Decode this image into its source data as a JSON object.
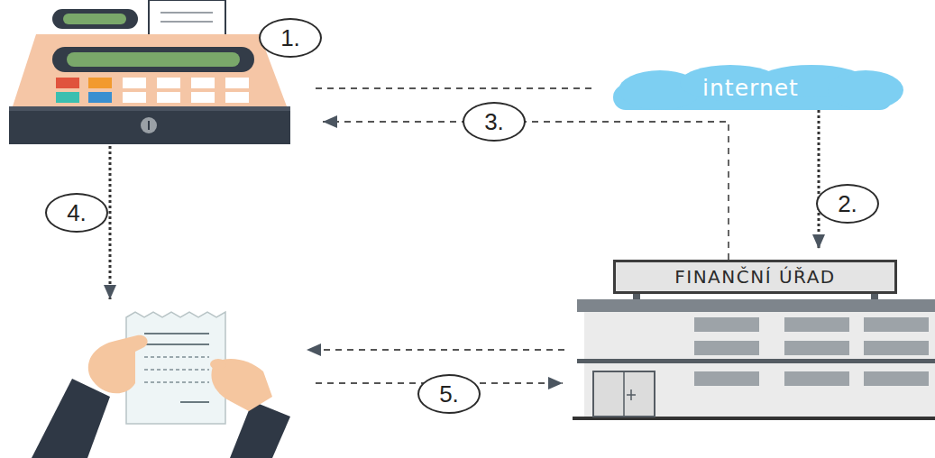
{
  "diagram": {
    "nodes": [
      {
        "text": [
          "1."
        ]
      },
      {
        "text": [
          "internet"
        ]
      },
      {
        "text": [
          "FINANČNÍ ÚŘAD"
        ]
      }
    ],
    "edges": [
      {
        "from": 0,
        "to": 1,
        "arrow": "none"
      },
      {
        "from": 1,
        "to": 2,
        "label": "2.",
        "arrow": "to"
      },
      {
        "from": 2,
        "to": 0,
        "label": "3.",
        "arrow": "to"
      }
    ],
    "labels": [
      "4.",
      "5."
    ]
  }
}
